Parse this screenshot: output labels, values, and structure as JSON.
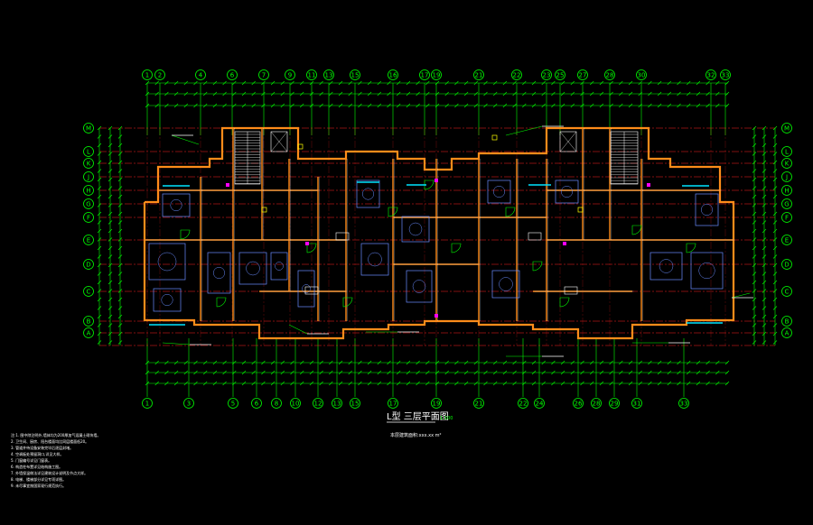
{
  "drawing": {
    "title": "L型 三层平面图",
    "scale": "1:100",
    "subtitle": "本层建筑面积:xxx.xx m²",
    "colors": {
      "background": "#000000",
      "grid": "#00ff00",
      "axis_line": "#ff2020",
      "wall": "#ff8c1a",
      "wall_inner": "#ffffff",
      "furniture": "#6a8cff",
      "annotation": "#ffffff",
      "accent_magenta": "#ff00ff",
      "cyan": "#00e5ff",
      "yellow": "#ffff00"
    },
    "axes_top": [
      "1",
      "2",
      "4",
      "6",
      "7",
      "9",
      "11",
      "13",
      "15",
      "16",
      "17",
      "19",
      "21",
      "22",
      "23",
      "25",
      "27",
      "28",
      "30",
      "32",
      "33"
    ],
    "axes_bottom": [
      "1",
      "3",
      "5",
      "6",
      "8",
      "10",
      "12",
      "13",
      "15",
      "17",
      "19",
      "21",
      "22",
      "24",
      "26",
      "28",
      "29",
      "31",
      "33"
    ],
    "axes_left": [
      "M",
      "L",
      "K",
      "J",
      "H",
      "G",
      "F",
      "E",
      "D",
      "C",
      "B",
      "A"
    ],
    "axes_right": [
      "M",
      "L",
      "K",
      "J",
      "H",
      "G",
      "F",
      "E",
      "D",
      "C",
      "B",
      "A"
    ],
    "notes": [
      "注:1. 图中除注明外,墙体均为200厚加气混凝土砌块墙。",
      "    2. 卫生间、厨房、阳台楼面均比同层楼面低20。",
      "    3. 管道井待设备安装完毕后逐层封堵。",
      "    4. 空调板处预留洞口,详见大样。",
      "    5. 门窗编号详见门窗表。",
      "    6. 构造柱布置详见结构施工图。",
      "    7. 外墙保温做法详见建筑设计说明及节点大样。",
      "    8. 电梯、楼梯部分详见专项详图。",
      "    9. 未尽事宜按国家现行规范执行。"
    ]
  }
}
